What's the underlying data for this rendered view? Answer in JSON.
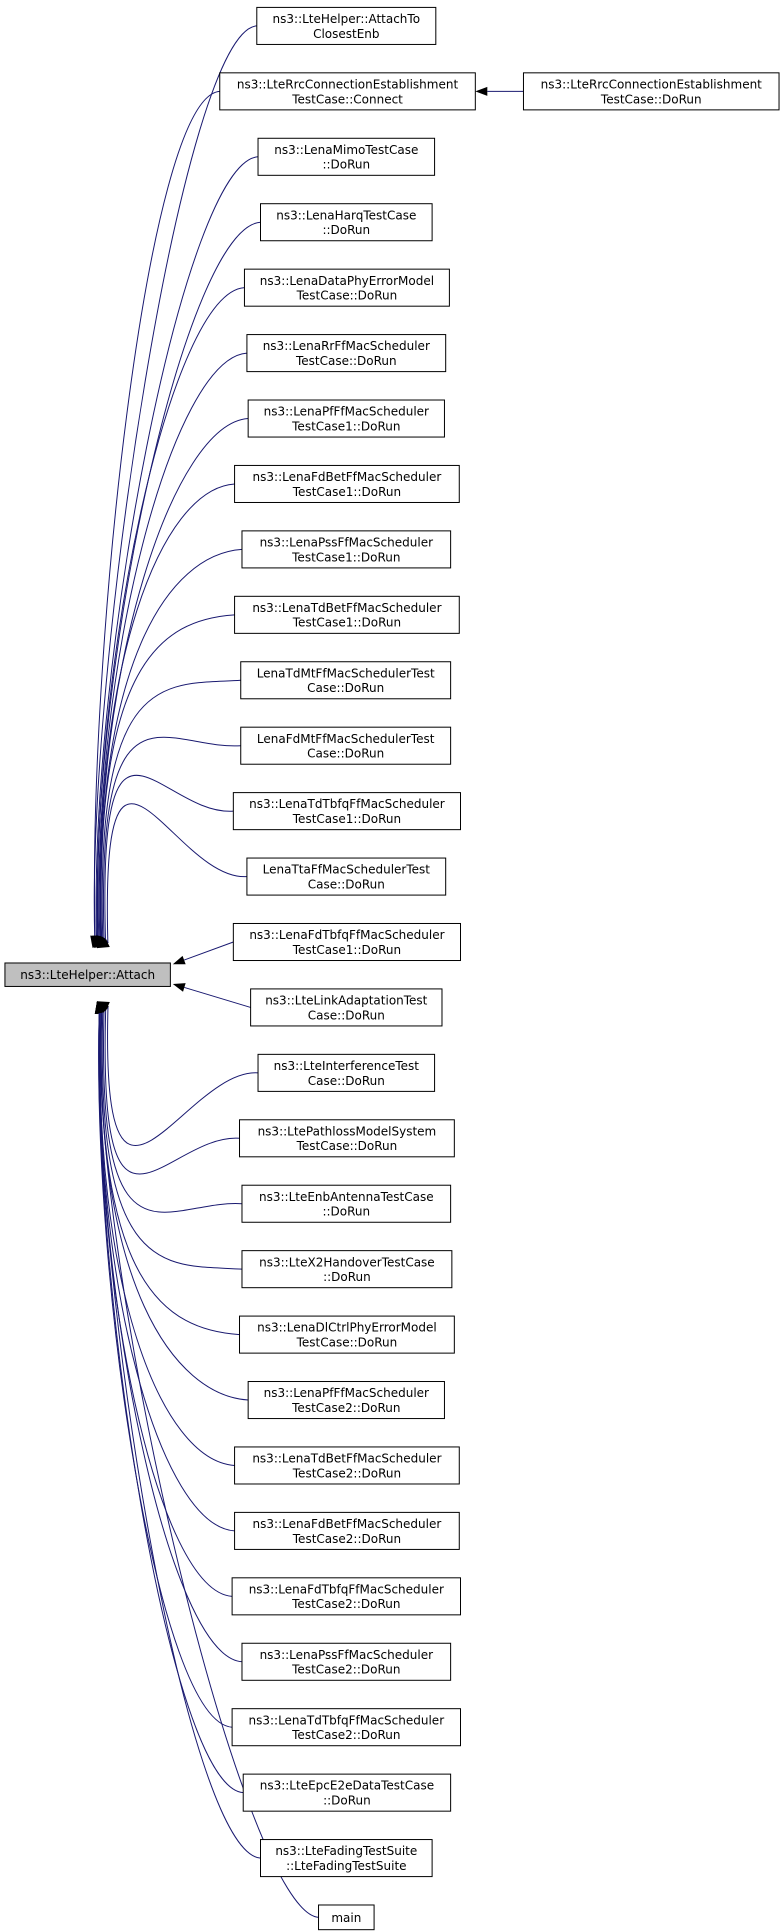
{
  "root": {
    "lines": [
      "ns3::LteHelper::Attach"
    ]
  },
  "callers": [
    {
      "id": "attach-to-closest-enb",
      "lines": [
        "ns3::LteHelper::AttachTo",
        "ClosestEnb"
      ]
    },
    {
      "id": "rrc-connect",
      "lines": [
        "ns3::LteRrcConnectionEstablishment",
        "TestCase::Connect"
      ]
    },
    {
      "id": "mimo",
      "lines": [
        "ns3::LenaMimoTestCase",
        "::DoRun"
      ]
    },
    {
      "id": "harq",
      "lines": [
        "ns3::LenaHarqTestCase",
        "::DoRun"
      ]
    },
    {
      "id": "data-phy-error",
      "lines": [
        "ns3::LenaDataPhyErrorModel",
        "TestCase::DoRun"
      ]
    },
    {
      "id": "rr-ff",
      "lines": [
        "ns3::LenaRrFfMacScheduler",
        "TestCase::DoRun"
      ]
    },
    {
      "id": "pf-ff-1",
      "lines": [
        "ns3::LenaPfFfMacScheduler",
        "TestCase1::DoRun"
      ]
    },
    {
      "id": "fdbet-1",
      "lines": [
        "ns3::LenaFdBetFfMacScheduler",
        "TestCase1::DoRun"
      ]
    },
    {
      "id": "pss-1",
      "lines": [
        "ns3::LenaPssFfMacScheduler",
        "TestCase1::DoRun"
      ]
    },
    {
      "id": "tdbet-1",
      "lines": [
        "ns3::LenaTdBetFfMacScheduler",
        "TestCase1::DoRun"
      ]
    },
    {
      "id": "tdmt",
      "lines": [
        "LenaTdMtFfMacSchedulerTest",
        "Case::DoRun"
      ]
    },
    {
      "id": "fdmt",
      "lines": [
        "LenaFdMtFfMacSchedulerTest",
        "Case::DoRun"
      ]
    },
    {
      "id": "tdtbfq-1",
      "lines": [
        "ns3::LenaTdTbfqFfMacScheduler",
        "TestCase1::DoRun"
      ]
    },
    {
      "id": "tta",
      "lines": [
        "LenaTtaFfMacSchedulerTest",
        "Case::DoRun"
      ]
    },
    {
      "id": "fdtbfq-1",
      "lines": [
        "ns3::LenaFdTbfqFfMacScheduler",
        "TestCase1::DoRun"
      ]
    },
    {
      "id": "link-adaptation",
      "lines": [
        "ns3::LteLinkAdaptationTest",
        "Case::DoRun"
      ]
    },
    {
      "id": "interference",
      "lines": [
        "ns3::LteInterferenceTest",
        "Case::DoRun"
      ]
    },
    {
      "id": "pathloss",
      "lines": [
        "ns3::LtePathlossModelSystem",
        "TestCase::DoRun"
      ]
    },
    {
      "id": "enb-antenna",
      "lines": [
        "ns3::LteEnbAntennaTestCase",
        "::DoRun"
      ]
    },
    {
      "id": "x2-handover",
      "lines": [
        "ns3::LteX2HandoverTestCase",
        "::DoRun"
      ]
    },
    {
      "id": "dlctrl-phy-error",
      "lines": [
        "ns3::LenaDlCtrlPhyErrorModel",
        "TestCase::DoRun"
      ]
    },
    {
      "id": "pf-ff-2",
      "lines": [
        "ns3::LenaPfFfMacScheduler",
        "TestCase2::DoRun"
      ]
    },
    {
      "id": "tdbet-2",
      "lines": [
        "ns3::LenaTdBetFfMacScheduler",
        "TestCase2::DoRun"
      ]
    },
    {
      "id": "fdbet-2",
      "lines": [
        "ns3::LenaFdBetFfMacScheduler",
        "TestCase2::DoRun"
      ]
    },
    {
      "id": "fdtbfq-2",
      "lines": [
        "ns3::LenaFdTbfqFfMacScheduler",
        "TestCase2::DoRun"
      ]
    },
    {
      "id": "pss-2",
      "lines": [
        "ns3::LenaPssFfMacScheduler",
        "TestCase2::DoRun"
      ]
    },
    {
      "id": "tdtbfq-2",
      "lines": [
        "ns3::LenaTdTbfqFfMacScheduler",
        "TestCase2::DoRun"
      ]
    },
    {
      "id": "epc-e2e",
      "lines": [
        "ns3::LteEpcE2eDataTestCase",
        "::DoRun"
      ]
    },
    {
      "id": "fading-suite",
      "lines": [
        "ns3::LteFadingTestSuite",
        "::LteFadingTestSuite"
      ]
    },
    {
      "id": "main",
      "lines": [
        "main"
      ]
    }
  ],
  "second_level": [
    {
      "id": "rrc-dorun",
      "lines": [
        "ns3::LteRrcConnectionEstablishment",
        "TestCase::DoRun"
      ],
      "calls": "rrc-connect"
    }
  ],
  "colors": {
    "edge": "#191970",
    "root_fill": "#bfbfbf",
    "node_border": "#000000"
  }
}
